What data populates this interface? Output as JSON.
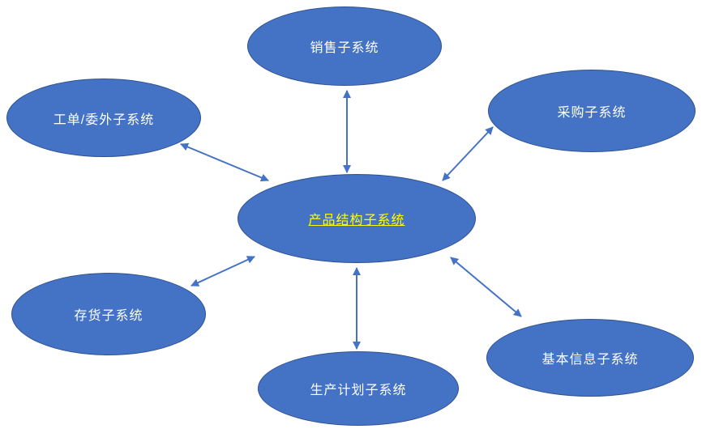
{
  "diagram": {
    "center": {
      "id": "product-structure",
      "label": "产品结构子系统"
    },
    "nodes": [
      {
        "id": "sales",
        "label": "销售子系统"
      },
      {
        "id": "purchase",
        "label": "采购子系统"
      },
      {
        "id": "workorder",
        "label": "工单/委外子系统"
      },
      {
        "id": "inventory",
        "label": "存货子系统"
      },
      {
        "id": "production",
        "label": "生产计划子系统"
      },
      {
        "id": "basicinfo",
        "label": "基本信息子系统"
      }
    ],
    "connections": [
      {
        "from": "product-structure",
        "to": "sales",
        "style": "double-arrow"
      },
      {
        "from": "product-structure",
        "to": "purchase",
        "style": "double-arrow"
      },
      {
        "from": "product-structure",
        "to": "workorder",
        "style": "double-arrow"
      },
      {
        "from": "product-structure",
        "to": "inventory",
        "style": "double-arrow"
      },
      {
        "from": "product-structure",
        "to": "production",
        "style": "double-arrow"
      },
      {
        "from": "product-structure",
        "to": "basicinfo",
        "style": "double-arrow"
      }
    ],
    "colors": {
      "node_fill": "#4472C4",
      "node_border": "#2F528F",
      "arrow": "#4472C4",
      "center_text": "#FFFF00",
      "node_text": "#FFFFFF",
      "background": "#FFFFFF"
    }
  }
}
